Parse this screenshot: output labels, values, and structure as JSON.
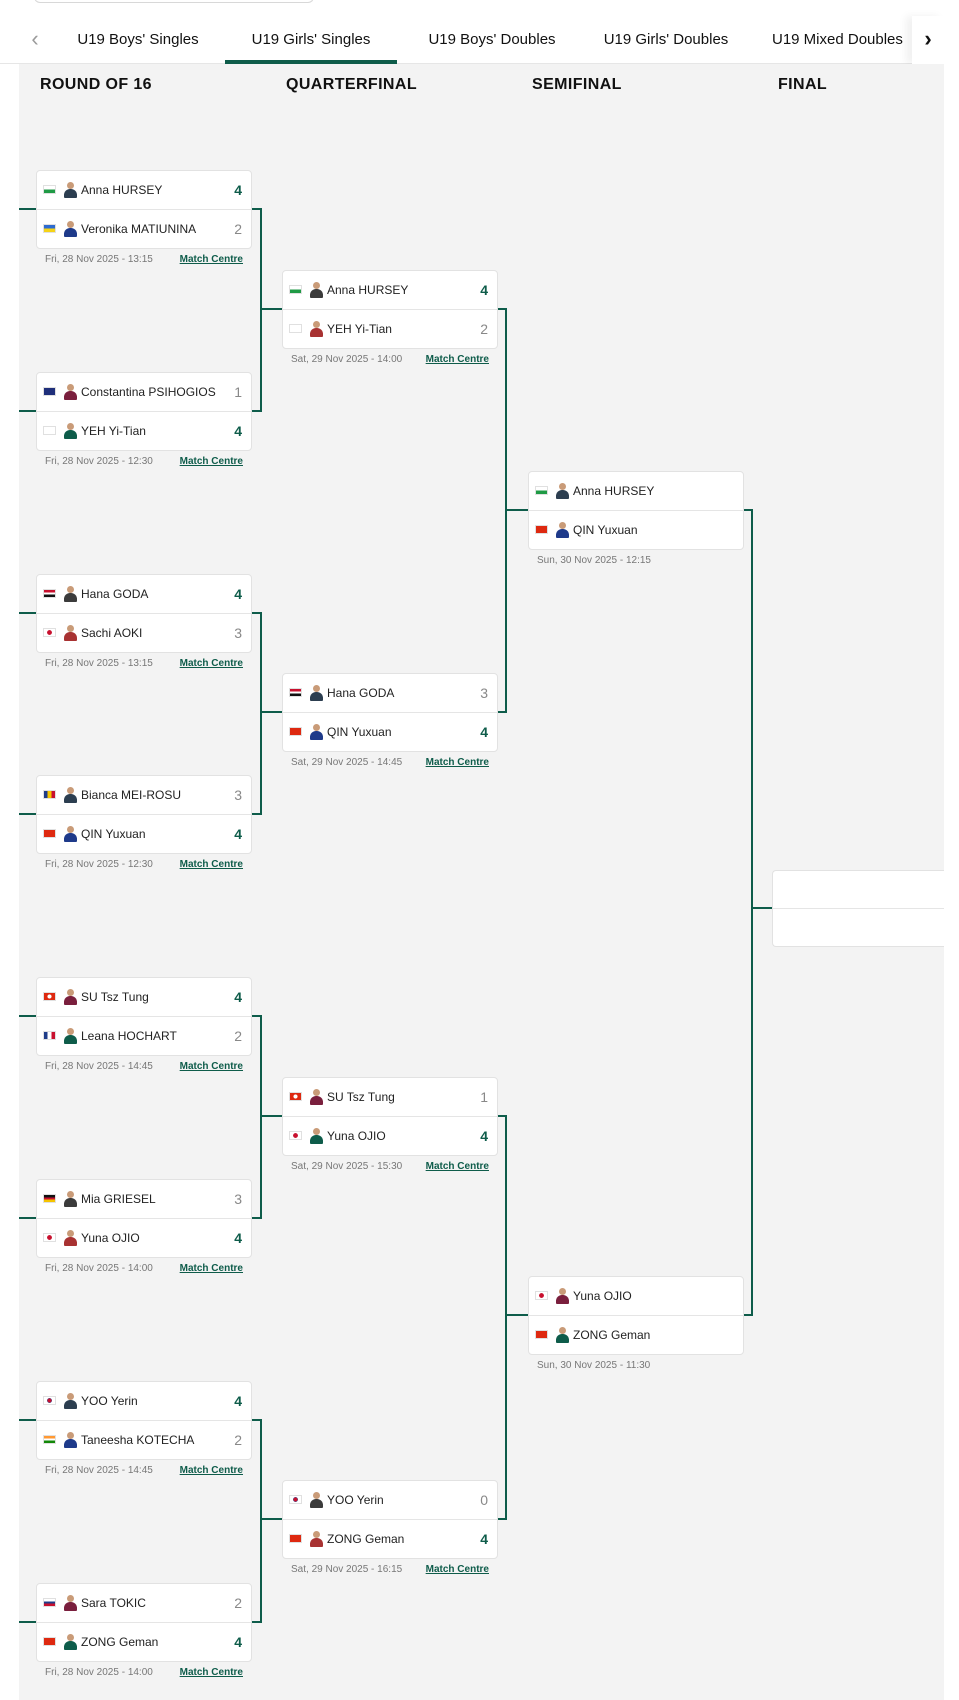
{
  "tabs": {
    "items": [
      {
        "label": "U19 Boys' Singles",
        "active": false
      },
      {
        "label": "U19 Girls' Singles",
        "active": true
      },
      {
        "label": "U19 Boys' Doubles",
        "active": false
      },
      {
        "label": "U19 Girls' Doubles",
        "active": false
      },
      {
        "label": "U19 Mixed Doubles",
        "active": false
      }
    ],
    "prev_icon": "chevron-left-icon",
    "next_icon": "chevron-right-icon"
  },
  "rounds": [
    {
      "title": "ROUND OF 16"
    },
    {
      "title": "QUARTERFINAL"
    },
    {
      "title": "SEMIFINAL"
    },
    {
      "title": "FINAL"
    }
  ],
  "colors": {
    "accent": "#0e5c4a",
    "bracket_bg": "#f3f3f3",
    "loser_score": "#888888"
  },
  "matches": {
    "r16": [
      {
        "players": [
          {
            "name": "Anna HURSEY",
            "flag": "wales",
            "score": "4",
            "win": true
          },
          {
            "name": "Veronika MATIUNINA",
            "flag": "ukraine",
            "score": "2",
            "win": false
          }
        ],
        "datetime": "Fri, 28 Nov 2025 - 13:15",
        "link": "Match Centre"
      },
      {
        "players": [
          {
            "name": "Constantina PSIHOGIOS",
            "flag": "australia",
            "score": "1",
            "win": false
          },
          {
            "name": "YEH Yi-Tian",
            "flag": "chinese-taipei",
            "score": "4",
            "win": true
          }
        ],
        "datetime": "Fri, 28 Nov 2025 - 12:30",
        "link": "Match Centre"
      },
      {
        "players": [
          {
            "name": "Hana GODA",
            "flag": "egypt",
            "score": "4",
            "win": true
          },
          {
            "name": "Sachi AOKI",
            "flag": "japan",
            "score": "3",
            "win": false
          }
        ],
        "datetime": "Fri, 28 Nov 2025 - 13:15",
        "link": "Match Centre"
      },
      {
        "players": [
          {
            "name": "Bianca MEI-ROSU",
            "flag": "romania",
            "score": "3",
            "win": false
          },
          {
            "name": "QIN Yuxuan",
            "flag": "china",
            "score": "4",
            "win": true
          }
        ],
        "datetime": "Fri, 28 Nov 2025 - 12:30",
        "link": "Match Centre"
      },
      {
        "players": [
          {
            "name": "SU Tsz Tung",
            "flag": "hong-kong",
            "score": "4",
            "win": true
          },
          {
            "name": "Leana HOCHART",
            "flag": "france",
            "score": "2",
            "win": false
          }
        ],
        "datetime": "Fri, 28 Nov 2025 - 14:45",
        "link": "Match Centre"
      },
      {
        "players": [
          {
            "name": "Mia GRIESEL",
            "flag": "germany",
            "score": "3",
            "win": false
          },
          {
            "name": "Yuna OJIO",
            "flag": "japan",
            "score": "4",
            "win": true
          }
        ],
        "datetime": "Fri, 28 Nov 2025 - 14:00",
        "link": "Match Centre"
      },
      {
        "players": [
          {
            "name": "YOO Yerin",
            "flag": "korea",
            "score": "4",
            "win": true
          },
          {
            "name": "Taneesha KOTECHA",
            "flag": "india",
            "score": "2",
            "win": false
          }
        ],
        "datetime": "Fri, 28 Nov 2025 - 14:45",
        "link": "Match Centre"
      },
      {
        "players": [
          {
            "name": "Sara TOKIC",
            "flag": "slovenia",
            "score": "2",
            "win": false
          },
          {
            "name": "ZONG Geman",
            "flag": "china",
            "score": "4",
            "win": true
          }
        ],
        "datetime": "Fri, 28 Nov 2025 - 14:00",
        "link": "Match Centre"
      }
    ],
    "qf": [
      {
        "players": [
          {
            "name": "Anna HURSEY",
            "flag": "wales",
            "score": "4",
            "win": true
          },
          {
            "name": "YEH Yi-Tian",
            "flag": "chinese-taipei",
            "score": "2",
            "win": false
          }
        ],
        "datetime": "Sat, 29 Nov 2025 - 14:00",
        "link": "Match Centre"
      },
      {
        "players": [
          {
            "name": "Hana GODA",
            "flag": "egypt",
            "score": "3",
            "win": false
          },
          {
            "name": "QIN Yuxuan",
            "flag": "china",
            "score": "4",
            "win": true
          }
        ],
        "datetime": "Sat, 29 Nov 2025 - 14:45",
        "link": "Match Centre"
      },
      {
        "players": [
          {
            "name": "SU Tsz Tung",
            "flag": "hong-kong",
            "score": "1",
            "win": false
          },
          {
            "name": "Yuna OJIO",
            "flag": "japan",
            "score": "4",
            "win": true
          }
        ],
        "datetime": "Sat, 29 Nov 2025 - 15:30",
        "link": "Match Centre"
      },
      {
        "players": [
          {
            "name": "YOO Yerin",
            "flag": "korea",
            "score": "0",
            "win": false
          },
          {
            "name": "ZONG Geman",
            "flag": "china",
            "score": "4",
            "win": true
          }
        ],
        "datetime": "Sat, 29 Nov 2025 - 16:15",
        "link": "Match Centre"
      }
    ],
    "sf": [
      {
        "players": [
          {
            "name": "Anna HURSEY",
            "flag": "wales",
            "score": "",
            "win": false
          },
          {
            "name": "QIN Yuxuan",
            "flag": "china",
            "score": "",
            "win": false
          }
        ],
        "datetime": "Sun, 30 Nov 2025 - 12:15",
        "link": ""
      },
      {
        "players": [
          {
            "name": "Yuna OJIO",
            "flag": "japan",
            "score": "",
            "win": false
          },
          {
            "name": "ZONG Geman",
            "flag": "china",
            "score": "",
            "win": false
          }
        ],
        "datetime": "Sun, 30 Nov 2025 - 11:30",
        "link": ""
      }
    ]
  }
}
